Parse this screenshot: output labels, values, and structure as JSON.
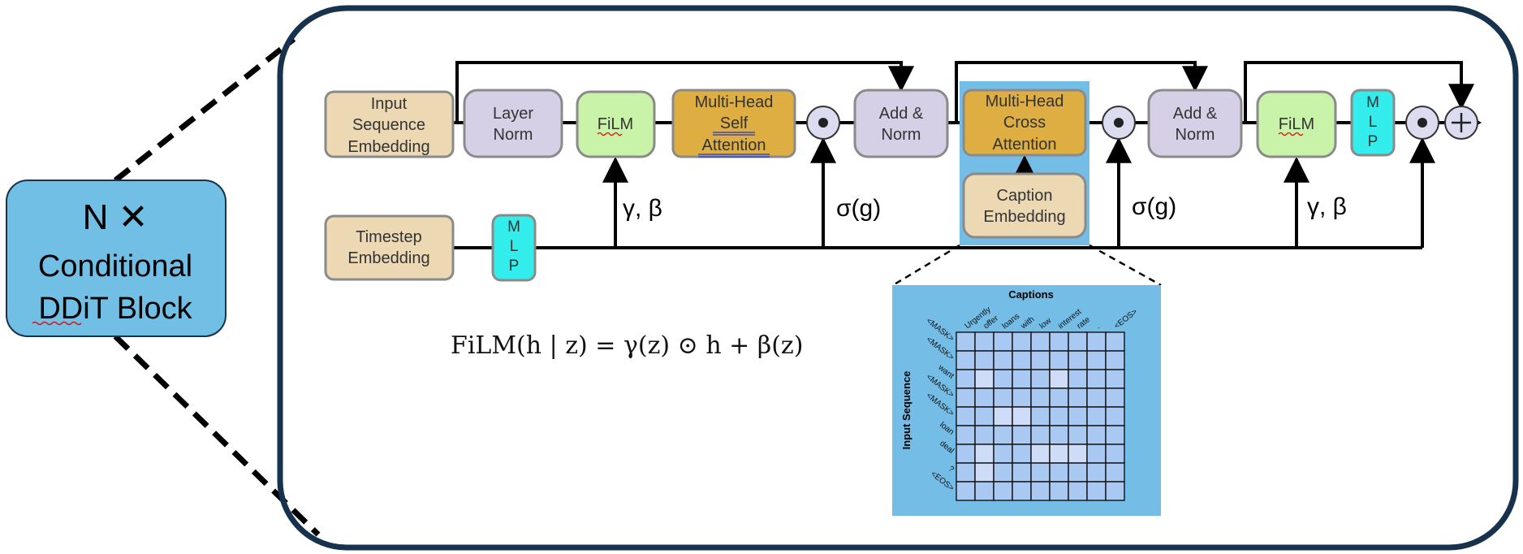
{
  "title_block": {
    "line1": "N ✕",
    "line2": "Conditional",
    "line3": "DDiT Block"
  },
  "blocks": {
    "input_embed": [
      "Input",
      "Sequence",
      "Embedding"
    ],
    "layer_norm": [
      "Layer",
      "Norm"
    ],
    "film1": [
      "FiLM"
    ],
    "mhsa": [
      "Multi-Head",
      "Self",
      "Attention"
    ],
    "add_norm1": [
      "Add &",
      "Norm"
    ],
    "mhca": [
      "Multi-Head",
      "Cross",
      "Attention"
    ],
    "caption_embed": [
      "Caption",
      "Embedding"
    ],
    "add_norm2": [
      "Add &",
      "Norm"
    ],
    "film2": [
      "FiLM"
    ],
    "mlp_top": [
      "M",
      "L",
      "P"
    ],
    "timestep_embed": [
      "Timestep",
      "Embedding"
    ],
    "mlp_bottom": [
      "M",
      "L",
      "P"
    ]
  },
  "labels": {
    "gamma_beta_1": "γ, β",
    "sigma_g_1": "σ(g)",
    "sigma_g_2": "σ(g)",
    "gamma_beta_2": "γ, β"
  },
  "equation": "FiLM(h | z) = γ(z) ⊙ h + β(z)",
  "matrix": {
    "title": "Captions",
    "row_axis_label": "Input Sequence",
    "caption_tokens": [
      "Urgently",
      "offer",
      "loans",
      "with",
      "low",
      "interest",
      "rate",
      ".",
      "<EOS>"
    ],
    "input_tokens": [
      "<MASK>",
      "<MASK>",
      "want",
      "<MASK>",
      "<MASK>",
      "loan",
      "deal",
      "?",
      "<EOS>"
    ],
    "highlighted_cells": [
      [
        2,
        1
      ],
      [
        2,
        5
      ],
      [
        6,
        1
      ],
      [
        6,
        4
      ],
      [
        6,
        5
      ],
      [
        6,
        6
      ],
      [
        7,
        1
      ],
      [
        4,
        2
      ],
      [
        4,
        3
      ]
    ]
  },
  "colors": {
    "frame": "#17324d",
    "embed": "#ecd9b4",
    "norm": "#d6d0e6",
    "film": "#c9f3a8",
    "attention": "#dfae42",
    "mlp": "#33ecec",
    "title_block": "#72bfe6",
    "matrix_bg": "#74bde6",
    "cell": "#a9c9f2",
    "cell_hi": "#cfdcf7",
    "circle": "#dcdcf0"
  }
}
